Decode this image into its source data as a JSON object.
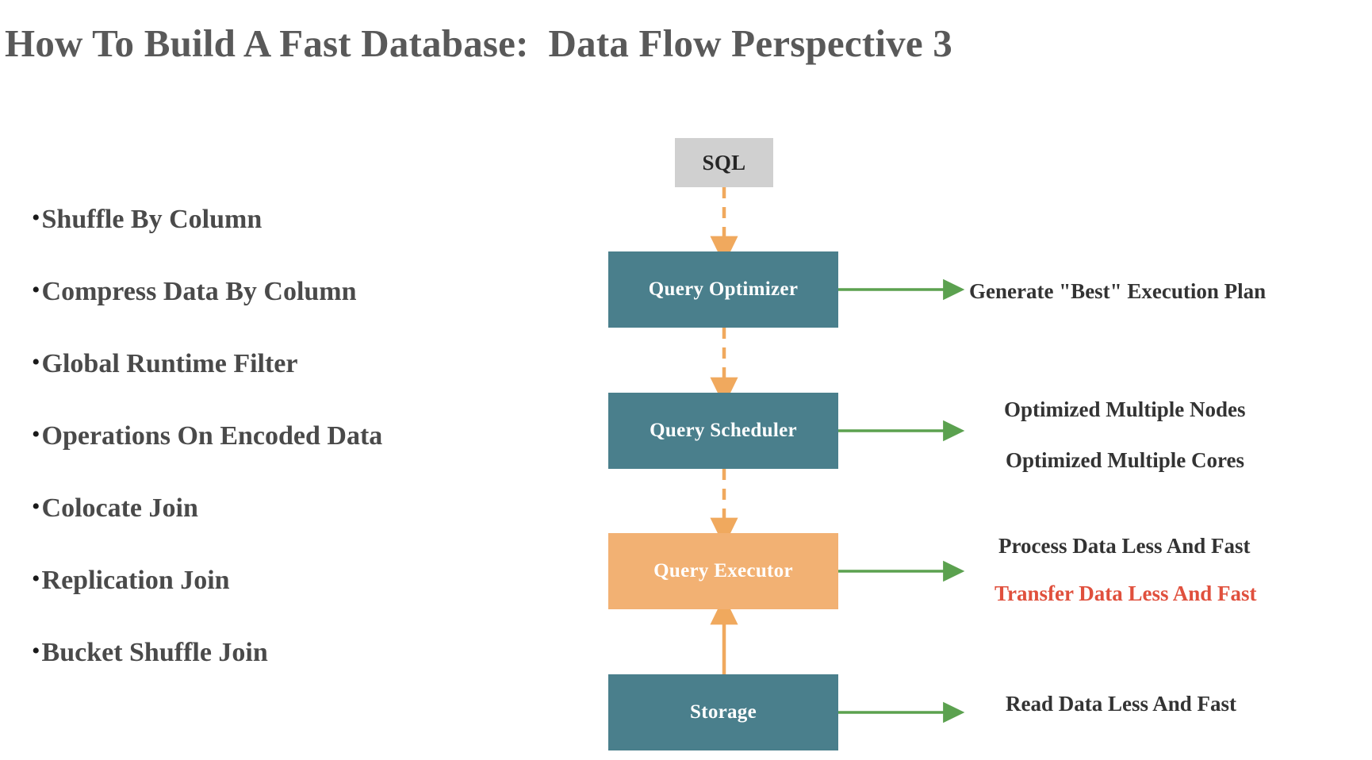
{
  "slide": {
    "title": "How To Build A Fast Database:  Data Flow Perspective 3",
    "background_color": "#ffffff",
    "title_color": "#595959"
  },
  "bullets": {
    "marker": "•",
    "items": [
      {
        "label": "Shuffle By Column"
      },
      {
        "label": "Compress Data By Column"
      },
      {
        "label": "Global Runtime Filter"
      },
      {
        "label": "Operations On Encoded Data"
      },
      {
        "label": "Colocate Join"
      },
      {
        "label": "Replication Join"
      },
      {
        "label": "Bucket Shuffle Join"
      }
    ]
  },
  "diagram": {
    "nodes": [
      {
        "id": "sql",
        "label": "SQL",
        "fill": "#d0d0d0",
        "text_color": "#262626"
      },
      {
        "id": "query-optimizer",
        "label": "Query Optimizer",
        "fill": "#4a7f8c",
        "text_color": "#ffffff"
      },
      {
        "id": "query-scheduler",
        "label": "Query Scheduler",
        "fill": "#4a7f8c",
        "text_color": "#ffffff"
      },
      {
        "id": "query-executor",
        "label": "Query Executor",
        "fill": "#f2b173",
        "text_color": "#ffffff"
      },
      {
        "id": "storage",
        "label": "Storage",
        "fill": "#4a7f8c",
        "text_color": "#ffffff"
      }
    ],
    "flow_edges": [
      {
        "from": "sql",
        "to": "query-optimizer",
        "style": "dashed",
        "color": "#f0a95e",
        "direction": "down"
      },
      {
        "from": "query-optimizer",
        "to": "query-scheduler",
        "style": "dashed",
        "color": "#f0a95e",
        "direction": "down"
      },
      {
        "from": "query-scheduler",
        "to": "query-executor",
        "style": "dashed",
        "color": "#f0a95e",
        "direction": "down"
      },
      {
        "from": "storage",
        "to": "query-executor",
        "style": "solid",
        "color": "#f0a95e",
        "direction": "up"
      }
    ],
    "callout_edges": [
      {
        "from": "query-optimizer",
        "color": "#5ba14f"
      },
      {
        "from": "query-scheduler",
        "color": "#5ba14f"
      },
      {
        "from": "query-executor",
        "color": "#5ba14f"
      },
      {
        "from": "storage",
        "color": "#5ba14f"
      }
    ],
    "annotations": [
      {
        "id": "optimizer",
        "text": "Generate \"Best\" Execution Plan",
        "color": "#333333"
      },
      {
        "id": "scheduler-1",
        "text": "Optimized Multiple Nodes",
        "color": "#333333"
      },
      {
        "id": "scheduler-2",
        "text": "Optimized Multiple Cores",
        "color": "#333333"
      },
      {
        "id": "executor-1",
        "text": "Process Data Less And Fast",
        "color": "#333333"
      },
      {
        "id": "executor-2",
        "text": "Transfer Data Less And Fast",
        "color": "#e0503d"
      },
      {
        "id": "storage",
        "text": "Read Data Less And Fast",
        "color": "#333333"
      }
    ]
  }
}
